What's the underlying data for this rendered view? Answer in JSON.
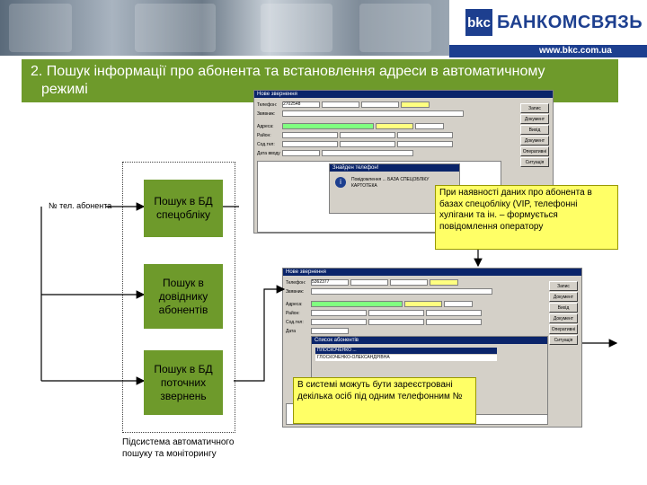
{
  "header": {
    "logo_mark": "bkc",
    "logo_text": "БАНКОМСВЯЗЬ",
    "url": "www.bkc.com.ua"
  },
  "title": {
    "line1": "2. Пошук інформації про абонента та встановлення адреси в автоматичному",
    "line2": "режимі"
  },
  "diagram": {
    "input_label": "№ тел. абонента",
    "box1": "Пошук в БД спецобліку",
    "box2": "Пошук в довіднику абонентів",
    "box3": "Пошук в БД поточних звернень",
    "subsystem_caption": "Підсистема автоматичного пошуку та моніторингу",
    "note_top": "При наявності даних про абонента в базах спецобліку (VIP, телефонні хулігани та ін. – формується повідомлення оператору",
    "note_bottom": "В системі можуть бути зареєстровані декілька осіб під одним телефонним №"
  },
  "window_top": {
    "caption": "Нове звернення",
    "labels": [
      "Телефон:",
      "Звявник:",
      "Адреса:",
      "Район:",
      "Сод.тел:",
      "Дата вводу"
    ],
    "phone_value": "2702548",
    "buttons": [
      "Запис",
      "Документ",
      "Вихід",
      "Документ",
      "Оперативні",
      "Ситуація"
    ],
    "dialog_title": "Знайден телефон!",
    "dialog_text": "Повідомлення ... БАЗА СПЕЦОБЛІКУ КАРТОТЕКА",
    "colors": {
      "window": "#d4d0c8",
      "caption": "#0a246a",
      "highlight": "#ffff80"
    }
  },
  "window_bottom": {
    "caption": "Нове звернення",
    "labels": [
      "Телефон:",
      "Звявник:",
      "Адреса:",
      "Район:",
      "Сод.тел:",
      "Дата"
    ],
    "phone_value": "5362377",
    "buttons": [
      "Запис",
      "Документ",
      "Вихід",
      "Документ",
      "Оперативні",
      "Ситуація"
    ],
    "dialog_title": "Список абонентів",
    "rows": [
      "ПЛОСКОЧЕНКО ...",
      "ГЛОСКОЧЕНКО-ОЛЕКСАНДРІВНА"
    ]
  },
  "colors": {
    "green": "#6e9a2b",
    "note_yellow": "#ffff66",
    "brand_blue": "#1d3f8f"
  }
}
